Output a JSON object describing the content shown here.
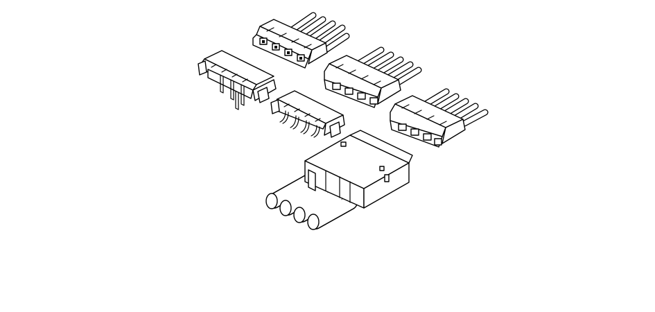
{
  "figure": {
    "background_color": "#ffffff",
    "line_color": "#000000",
    "parts": [
      {
        "id": "wire-receptacle-top",
        "wire_count": 5
      },
      {
        "id": "right-angle-header-left",
        "pin_count": 4
      },
      {
        "id": "wire-receptacle-middle",
        "wire_count": 5
      },
      {
        "id": "right-angle-header-middle",
        "pin_count": 4
      },
      {
        "id": "wire-receptacle-right",
        "wire_count": 5
      },
      {
        "id": "plug-housing-bottom",
        "wire_count": 4
      }
    ]
  }
}
